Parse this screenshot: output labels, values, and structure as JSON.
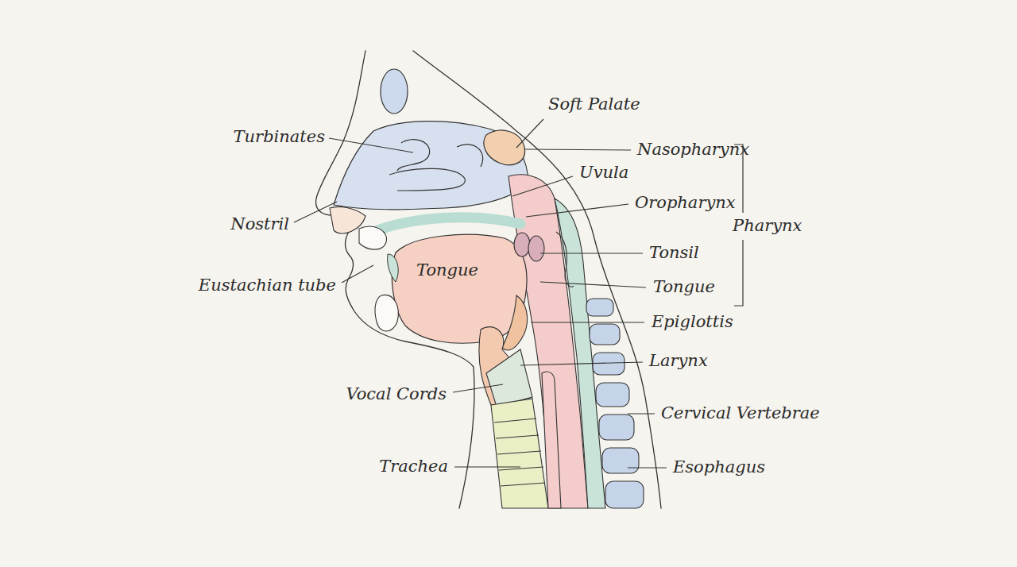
{
  "diagram": {
    "labels": [
      "Soft Palate",
      "Turbinates",
      "Nasopharynx",
      "Uvula",
      "Oropharynx",
      "Pharynx",
      "Nostril",
      "Tonsil",
      "Tongue",
      "Eustachian tube",
      "Tongue",
      "Epiglottis",
      "Larynx",
      "Vocal Cords",
      "Cervical Vertebrae",
      "Trachea",
      "Esophagus"
    ]
  }
}
